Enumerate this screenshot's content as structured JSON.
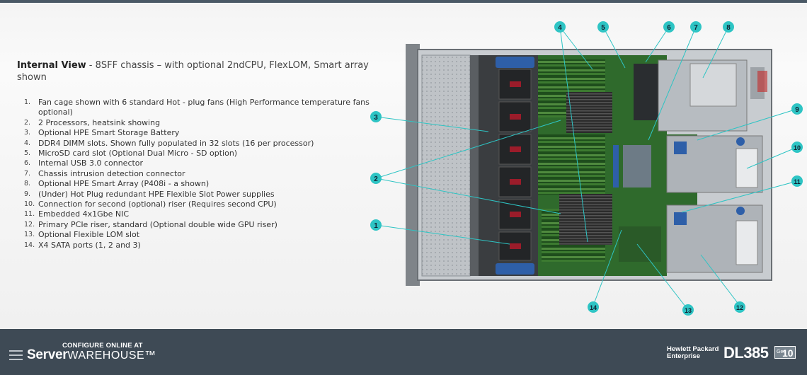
{
  "header": {
    "title_bold": "Internal View",
    "title_rest": " - 8SFF chassis – with optional 2ndCPU, FlexLOM, Smart array shown"
  },
  "features": [
    {
      "num": "1.",
      "text": "Fan cage shown with 6 standard Hot - plug fans (High Performance temperature fans optional)"
    },
    {
      "num": "2.",
      "text": "2 Processors, heatsink showing"
    },
    {
      "num": "3.",
      "text": "Optional HPE Smart Storage Battery"
    },
    {
      "num": "4.",
      "text": "DDR4 DIMM slots. Shown fully populated in 32 slots (16 per processor)"
    },
    {
      "num": "5.",
      "text": "MicroSD card slot (Optional Dual Micro - SD option)"
    },
    {
      "num": "6.",
      "text": "Internal USB 3.0 connector"
    },
    {
      "num": "7.",
      "text": "Chassis intrusion detection connector"
    },
    {
      "num": "8.",
      "text": "Optional HPE Smart Array (P408i - a shown)"
    },
    {
      "num": "9.",
      "text": "(Under) Hot Plug redundant HPE Flexible Slot Power supplies"
    },
    {
      "num": "10.",
      "text": "Connection for second (optional) riser (Requires second CPU)"
    },
    {
      "num": "11.",
      "text": "Embedded 4x1Gbe NIC"
    },
    {
      "num": "12.",
      "text": "Primary PCIe riser, standard (Optional double wide GPU riser)"
    },
    {
      "num": "13.",
      "text": "Optional Flexible LOM slot"
    },
    {
      "num": "14.",
      "text": "X4 SATA ports (1, 2 and 3)"
    }
  ],
  "callouts": [
    "1",
    "2",
    "3",
    "4",
    "5",
    "6",
    "7",
    "8",
    "9",
    "10",
    "11",
    "12",
    "13",
    "14"
  ],
  "footer": {
    "configure": "CONFIGURE ONLINE AT",
    "brand_bold": "Server",
    "brand_thin": "WAREHOUSE™",
    "vendor_line1": "Hewlett Packard",
    "vendor_line2": "Enterprise",
    "model": "DL385",
    "gen_label": "Gen",
    "gen_version": "10"
  },
  "colors": {
    "callout": "#2ec4c4",
    "footer": "#3e4a55",
    "board": "#2f6a2c",
    "fan_tab": "#2e5fa8"
  }
}
